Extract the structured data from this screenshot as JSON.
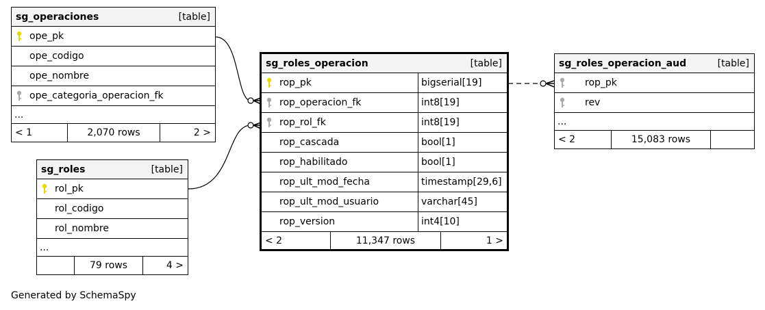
{
  "tables": {
    "sg_operaciones": {
      "name": "sg_operaciones",
      "kind": "[table]",
      "columns": [
        {
          "name": "ope_pk",
          "key": "pk"
        },
        {
          "name": "ope_codigo",
          "key": "none"
        },
        {
          "name": "ope_nombre",
          "key": "none"
        },
        {
          "name": "ope_categoria_operacion_fk",
          "key": "fk"
        }
      ],
      "ellipsis": "...",
      "footer": {
        "parents": "< 1",
        "rows": "2,070 rows",
        "children": "2 >"
      }
    },
    "sg_roles": {
      "name": "sg_roles",
      "kind": "[table]",
      "columns": [
        {
          "name": "rol_pk",
          "key": "pk"
        },
        {
          "name": "rol_codigo",
          "key": "none"
        },
        {
          "name": "rol_nombre",
          "key": "none"
        }
      ],
      "ellipsis": "...",
      "footer": {
        "parents": "",
        "rows": "79 rows",
        "children": "4 >"
      }
    },
    "sg_roles_operacion": {
      "name": "sg_roles_operacion",
      "kind": "[table]",
      "columns": [
        {
          "name": "rop_pk",
          "type": "bigserial[19]",
          "key": "pk"
        },
        {
          "name": "rop_operacion_fk",
          "type": "int8[19]",
          "key": "fk"
        },
        {
          "name": "rop_rol_fk",
          "type": "int8[19]",
          "key": "fk"
        },
        {
          "name": "rop_cascada",
          "type": "bool[1]",
          "key": "none"
        },
        {
          "name": "rop_habilitado",
          "type": "bool[1]",
          "key": "none"
        },
        {
          "name": "rop_ult_mod_fecha",
          "type": "timestamp[29,6]",
          "key": "none"
        },
        {
          "name": "rop_ult_mod_usuario",
          "type": "varchar[45]",
          "key": "none"
        },
        {
          "name": "rop_version",
          "type": "int4[10]",
          "key": "none"
        }
      ],
      "footer": {
        "parents": "< 2",
        "rows": "11,347 rows",
        "children": "1 >"
      }
    },
    "sg_roles_operacion_aud": {
      "name": "sg_roles_operacion_aud",
      "kind": "[table]",
      "columns": [
        {
          "name": "rop_pk",
          "key": "fk"
        },
        {
          "name": "rev",
          "key": "fk"
        }
      ],
      "ellipsis": "...",
      "footer": {
        "parents": "< 2",
        "rows": "15,083 rows",
        "children": ""
      }
    }
  },
  "generated_by": "Generated by SchemaSpy",
  "colors": {
    "pk_key": "#e8d800",
    "fk_key": "#aaaaaa",
    "header_bg": "#f4f4f4"
  }
}
